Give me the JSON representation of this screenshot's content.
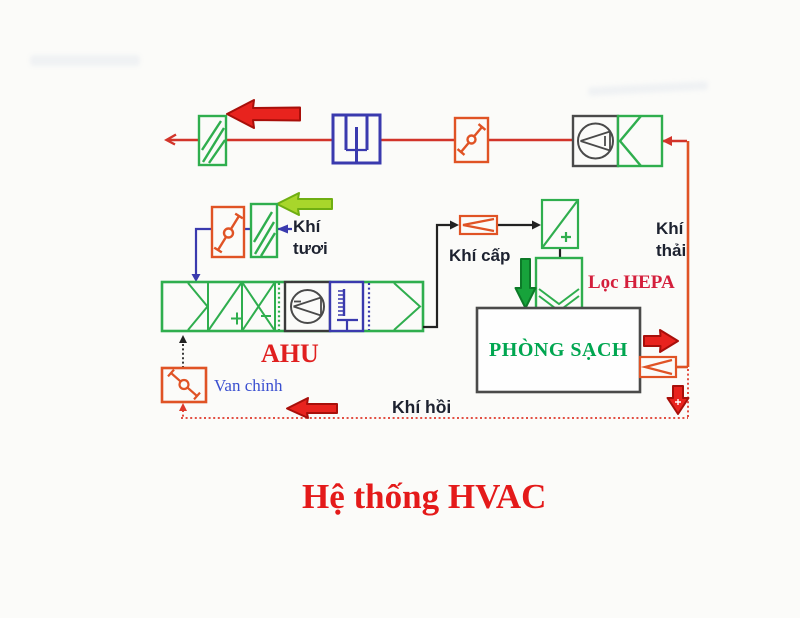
{
  "title": "Hệ thống HVAC",
  "diagram": {
    "labels": {
      "fresh_air": "Khí tươi",
      "supply_air": "Khí cấp",
      "exhaust_air": "Khí thải",
      "return_air": "Khí hồi",
      "ahu": "AHU",
      "hepa_filter": "Lọc HEPA",
      "clean_room": "PHÒNG SẠCH",
      "control_valve": "Van chỉnh"
    },
    "colors": {
      "duct_red": "#d2342a",
      "duct_orange": "#e05325",
      "component_green": "#2fae4e",
      "component_blue": "#3a3aae",
      "fan_gray": "#4a4a4a",
      "arrow_red": "#e8231e",
      "arrow_lime": "#a8d62b",
      "arrow_green": "#17a33b",
      "label_dark": "#1d2230",
      "ahu_label_red": "#e01f1f",
      "hepa_label_red": "#d41f3c",
      "clean_room_green": "#00a650",
      "valve_label_blue": "#3a4fd0",
      "title_red": "#e41a1a"
    }
  }
}
